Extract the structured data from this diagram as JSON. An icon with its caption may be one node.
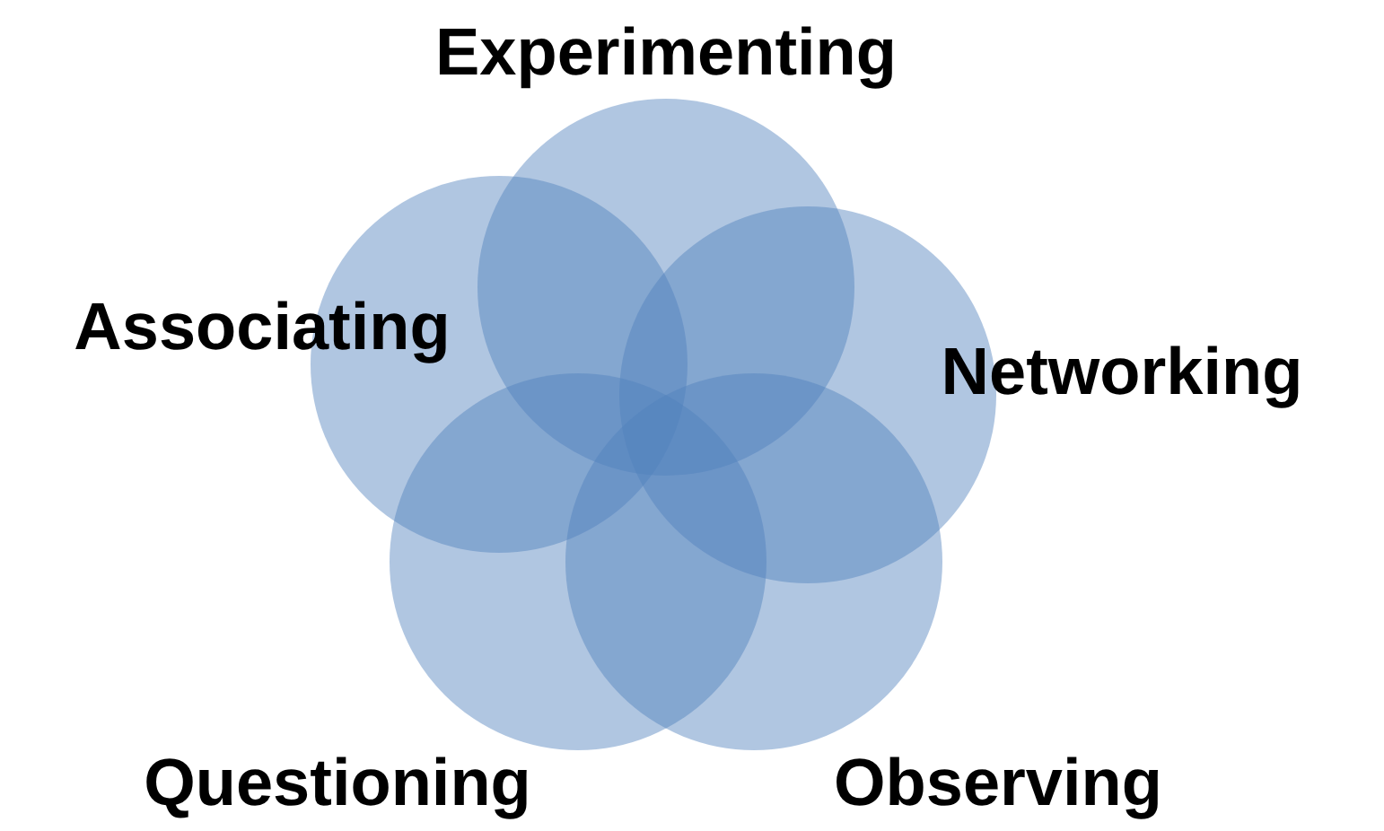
{
  "diagram": {
    "nodes": [
      {
        "text": [
          "Experimenting"
        ]
      },
      {
        "text": [
          "Associating"
        ]
      },
      {
        "text": [
          "Networking"
        ]
      },
      {
        "text": [
          "Questioning"
        ]
      },
      {
        "text": [
          "Observing"
        ]
      }
    ]
  }
}
